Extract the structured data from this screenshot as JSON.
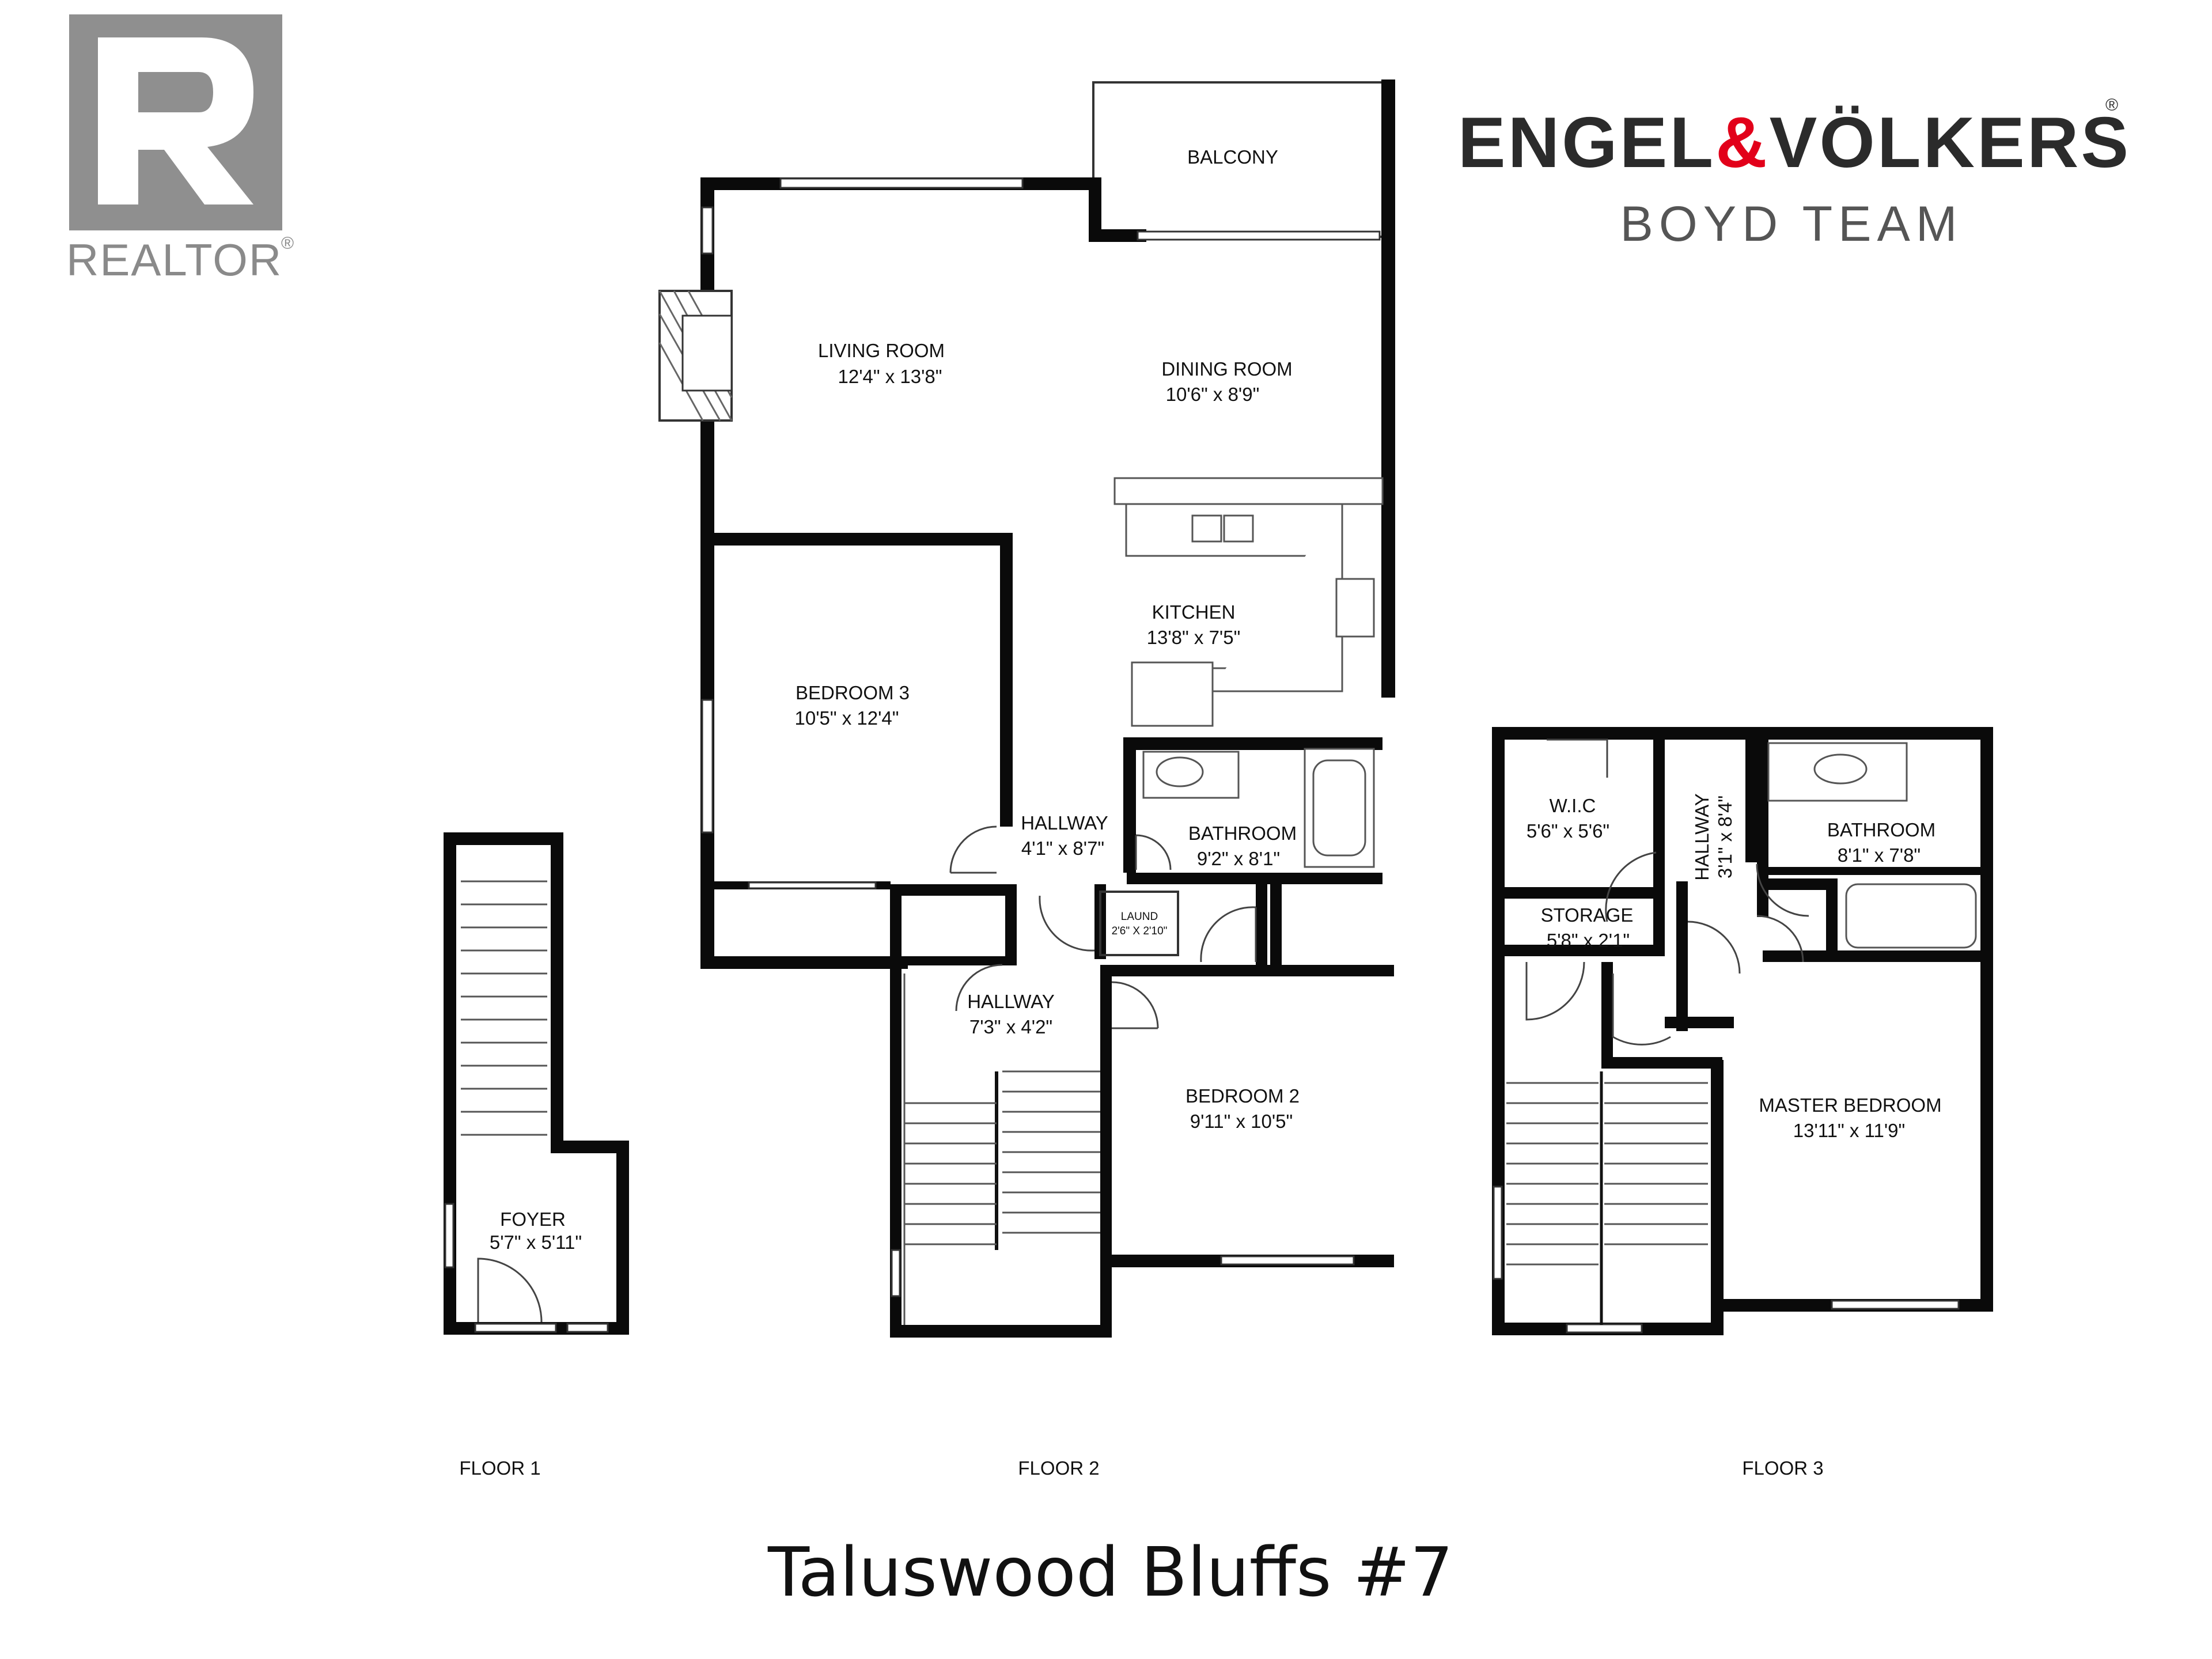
{
  "branding": {
    "realtor_mark": "REALTOR",
    "registered_symbol": "®",
    "brand_left": "ENGEL",
    "brand_amp": "&",
    "brand_right": "VÖLKERS",
    "team": "BOYD TEAM"
  },
  "rooms": {
    "balcony": {
      "name": "BALCONY"
    },
    "living_room": {
      "name": "LIVING ROOM",
      "size": "12'4\" x 13'8\""
    },
    "dining_room": {
      "name": "DINING ROOM",
      "size": "10'6\" x 8'9\""
    },
    "kitchen": {
      "name": "KITCHEN",
      "size": "13'8\" x 7'5\""
    },
    "bedroom3": {
      "name": "BEDROOM 3",
      "size": "10'5\" x 12'4\""
    },
    "hallway_upper": {
      "name": "HALLWAY",
      "size": "4'1\" x 8'7\""
    },
    "bathroom_f2": {
      "name": "BATHROOM",
      "size": "9'2\" x 8'1\""
    },
    "laundry": {
      "name": "LAUND",
      "size": "2'6\" X 2'10\""
    },
    "hallway_lower": {
      "name": "HALLWAY",
      "size": "7'3\" x 4'2\""
    },
    "bedroom2": {
      "name": "BEDROOM 2",
      "size": "9'11\" x 10'5\""
    },
    "foyer": {
      "name": "FOYER",
      "size": "5'7\" x 5'11\""
    },
    "wic": {
      "name": "W.I.C",
      "size": "5'6\" x 5'6\""
    },
    "hallway_f3": {
      "name": "HALLWAY",
      "size": "3'1\" x 8'4\""
    },
    "bathroom_f3": {
      "name": "BATHROOM",
      "size": "8'1\" x 7'8\""
    },
    "storage": {
      "name": "STORAGE",
      "size": "5'8\" x 2'1\""
    },
    "master": {
      "name": "MASTER BEDROOM",
      "size": "13'11\" x 11'9\""
    }
  },
  "floors": {
    "floor1": "FLOOR 1",
    "floor2": "FLOOR 2",
    "floor3": "FLOOR 3"
  },
  "title": "Taluswood Bluffs #7"
}
